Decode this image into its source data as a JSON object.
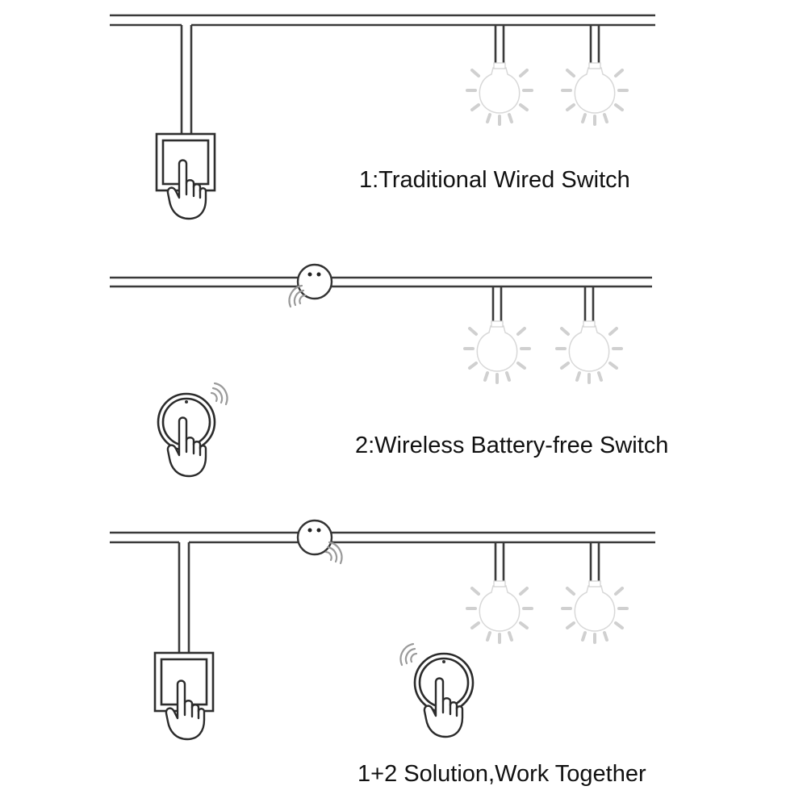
{
  "captions": {
    "traditional": "1:Traditional Wired Switch",
    "wireless": "2:Wireless Battery-free Switch",
    "combined": "1+2 Solution,Work Together"
  },
  "icons": {
    "bulb": "light-bulb-icon",
    "hand": "pointing-hand-icon",
    "wired_switch": "wall-switch-icon",
    "wireless_switch": "round-wireless-switch-icon",
    "receiver": "receiver-module-icon",
    "signal": "signal-waves-icon"
  },
  "colors": {
    "line": "#333333",
    "glow": "#d0d0d0",
    "signal": "#9a9a9a",
    "text": "#111111",
    "background": "#ffffff"
  }
}
